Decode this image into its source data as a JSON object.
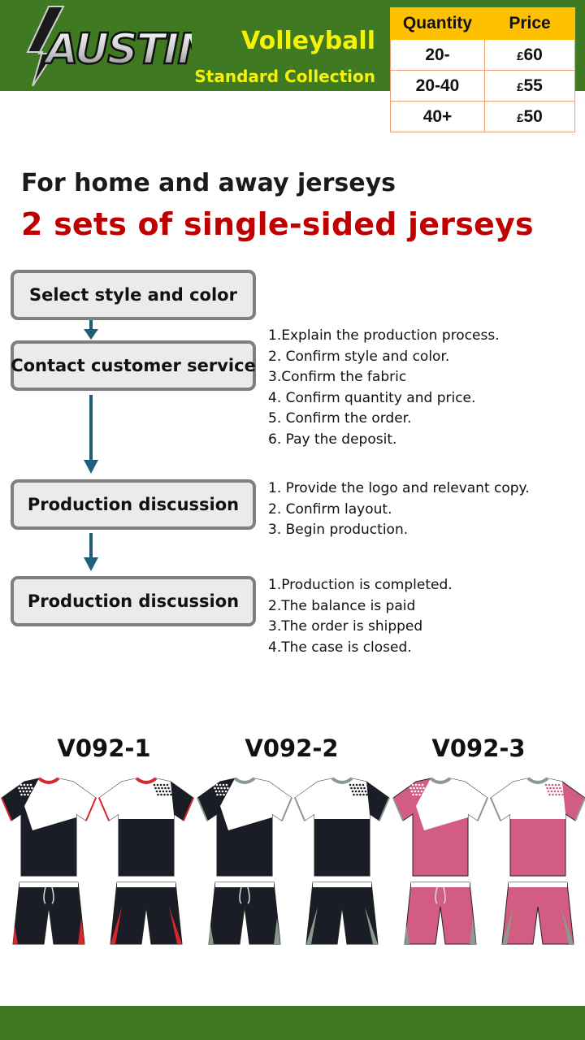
{
  "header": {
    "logo_text": "AUSTIN",
    "title": "Volleyball",
    "subtitle": "Standard Collection"
  },
  "price_table": {
    "headers": [
      "Quantity",
      "Price"
    ],
    "currency": "£",
    "rows": [
      {
        "quantity": "20-",
        "price": "60"
      },
      {
        "quantity": "20-40",
        "price": "55"
      },
      {
        "quantity": "40+",
        "price": "50"
      }
    ]
  },
  "headings": {
    "sub": "For home and away jerseys",
    "main": "2 sets of single-sided jerseys"
  },
  "steps": [
    {
      "label": "Select style and color",
      "notes": []
    },
    {
      "label": "Contact customer service",
      "notes": [
        "1.Explain the production process.",
        "2. Confirm style and color.",
        "3.Confirm the fabric",
        "4. Confirm quantity and price.",
        "5. Confirm the order.",
        "6. Pay the deposit."
      ]
    },
    {
      "label": "Production discussion",
      "notes": [
        "1. Provide the logo and relevant copy.",
        "2. Confirm layout.",
        "3. Begin production."
      ]
    },
    {
      "label": "Production discussion",
      "notes": [
        "1.Production is completed.",
        "2.The balance is paid",
        "3.The order is shipped",
        "4.The case is closed."
      ]
    }
  ],
  "models": [
    {
      "code": "V092-1",
      "main_color": "#1b1d26",
      "accent_color": "#d9262b",
      "collar_color": "#d9262b"
    },
    {
      "code": "V092-2",
      "main_color": "#1b1d26",
      "accent_color": "#8a9a8c",
      "collar_color": "#8a9a8c"
    },
    {
      "code": "V092-3",
      "main_color": "#d35d82",
      "accent_color": "#8a9a8c",
      "collar_color": "#8a9a8c"
    }
  ],
  "colors": {
    "brand_green": "#3f7a22",
    "title_yellow": "#f4f10a",
    "table_header": "#ffc000",
    "heading_red": "#c00000",
    "arrow_blue": "#1f5f7a"
  }
}
